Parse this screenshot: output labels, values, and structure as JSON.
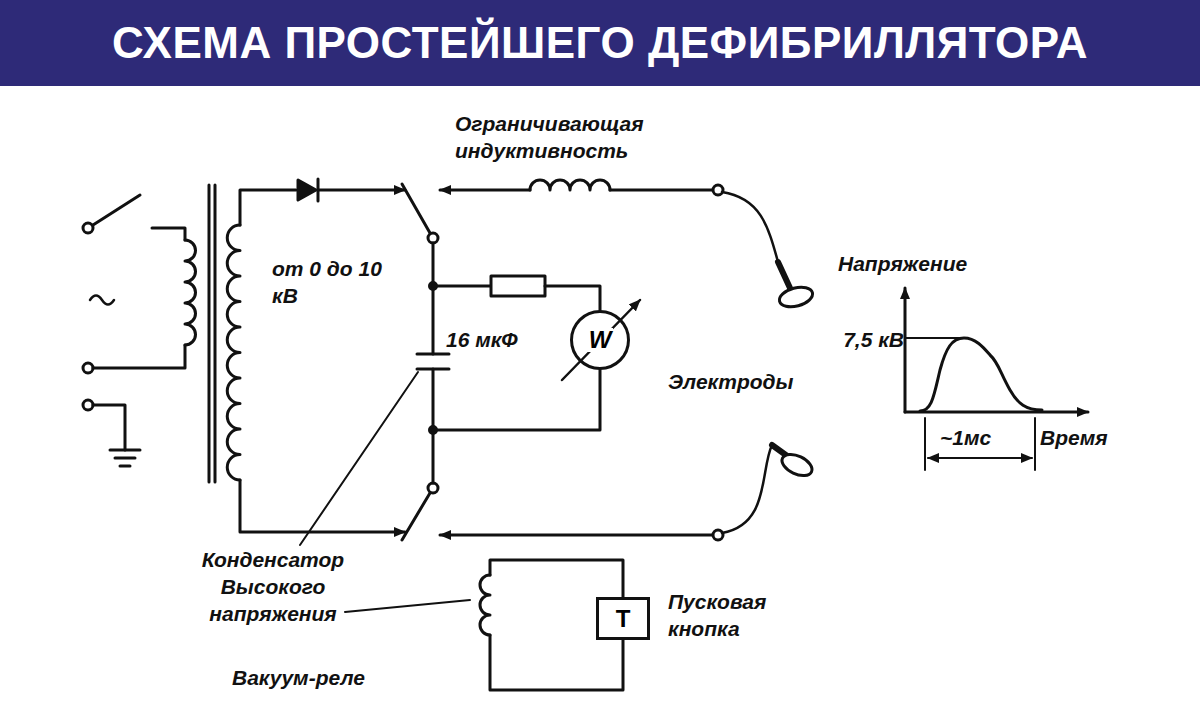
{
  "diagram": {
    "title": "СХЕМА ПРОСТЕЙШЕГО ДЕФИБРИЛЛЯТОРА",
    "nodes": [
      {
        "text": [
          "W"
        ]
      },
      {
        "text": [
          "Т"
        ]
      }
    ],
    "labels": [
      "Ограничивающая индуктивность",
      "от 0 до 10 кВ",
      "16 мкФ",
      "Электроды",
      "Напряжение",
      "7,5 кВ",
      "~1мс",
      "Время",
      "Конденсатор Высокого напряжения",
      "Пусковая кнопка",
      "Вакуум-реле"
    ]
  }
}
